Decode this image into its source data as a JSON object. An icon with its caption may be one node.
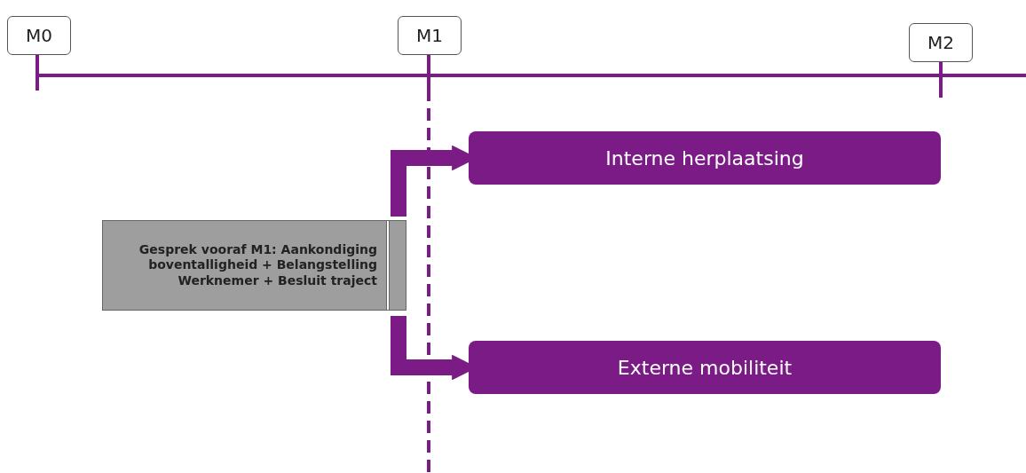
{
  "diagram": {
    "nodes": [
      {
        "text": [
          "M0"
        ]
      },
      {
        "text": [
          "M1"
        ]
      },
      {
        "text": [
          "M2"
        ]
      },
      {
        "text": [
          "Gesprek vooraf M1: Aankondiging boventalligheid + Belangstelling Werknemer + Besluit traject"
        ]
      },
      {
        "text": [
          "Interne herplaatsing"
        ]
      },
      {
        "text": [
          "Externe mobiliteit"
        ]
      }
    ],
    "edges": [
      {
        "from": 3,
        "to": 4,
        "arrow": "to"
      },
      {
        "from": 3,
        "to": 5,
        "arrow": "to"
      }
    ]
  }
}
